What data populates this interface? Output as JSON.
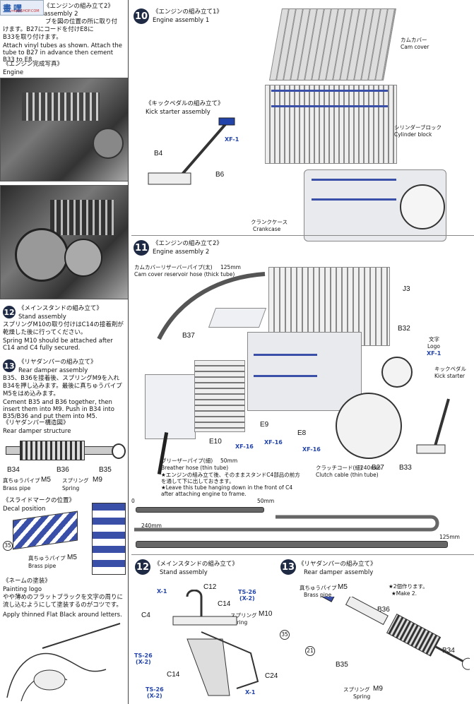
{
  "left_column": {
    "watermark": {
      "title": "畫",
      "subtitle": "modeSHOP.COM",
      "sub_mark": "嘿"
    },
    "top_step": {
      "title_jp": "《エンジンの組み立て2》",
      "title_en": "assembly 2",
      "body_jp_1": "ブを図の位置の所に取り付",
      "body_jp_2": "けます。B27にコードを付けE8に",
      "body_jp_3": "B33を取り付けます。",
      "body_en": "Attach vinyl tubes as shown. Attach the tube to B27 in advance then cement B33 to E8."
    },
    "engine_photo": {
      "title_jp": "《エンジン完成写真》",
      "title_en": "Engine"
    },
    "step12": {
      "num": "12",
      "title_jp": "《メインスタンドの組み立て》",
      "title_en": "Stand assembly",
      "body_jp": "スプリングM10の取り付けはC14の接着剤が乾燥した後に行ってください。",
      "body_en": "Spring M10 should be attached after C14 and C4 fully secured."
    },
    "step13": {
      "num": "13",
      "title_jp": "《リヤダンパーの組み立て》",
      "title_en": "Rear damper assembly",
      "body_jp": "B35、B36を接着後、スプリングM9を入れB34を押し込みます。最後に真ちゅうパイプM5をはめ込みます。",
      "body_en": "Cement B35 and B36 together, then insert them into M9. Push in B34 into B35/B36 and put them into M5."
    },
    "rear_damper": {
      "title_jp": "《リヤダンパー構造図》",
      "title_en": "Rear damper structure",
      "part_b34": "B34",
      "part_b36": "B36",
      "part_b35": "B35",
      "brass_jp": "真ちゅうパイプ",
      "brass_code": "M5",
      "brass_en": "Brass pipe",
      "spring_jp": "スプリング",
      "spring_code": "M9",
      "spring_en": "Spring"
    },
    "slide_mark": {
      "title_jp": "《スライドマークの位置》",
      "title_en": "Decal position",
      "decal_num": "35",
      "brass_jp": "真ちゅうパイプ",
      "brass_code": "M5",
      "brass_en": "Brass pipe"
    },
    "painting": {
      "title_jp": "《ネームの塗装》",
      "title_en": "Painting logo",
      "body_jp": "やや薄めのフラットブラックを文字の周りに流し込むようにして塗装するのがコツです。",
      "body_en": "Apply thinned Flat Black around letters."
    }
  },
  "step10": {
    "num": "10",
    "title_jp": "《エンジンの組み立て1》",
    "title_en": "Engine assembly 1",
    "cam_cover_jp": "カムカバー",
    "cam_cover_en": "Cam cover",
    "cylinder_jp": "シリンダーブロック",
    "cylinder_en": "Cylinder block",
    "crankcase_jp": "クランクケース",
    "crankcase_en": "Crankcase",
    "kick_title_jp": "《キックペダルの組み立て》",
    "kick_title_en": "Kick starter assembly",
    "xf1": "XF-1",
    "b4": "B4",
    "b6": "B6"
  },
  "step11": {
    "num": "11",
    "title_jp": "《エンジンの組み立て2》",
    "title_en": "Engine assembly 2",
    "hose_jp": "カムカバーリザーバーパイプ(太)",
    "hose_len": "125mm",
    "hose_en": "Cam cover reservoir hose (thick tube)",
    "j3": "J3",
    "b37": "B37",
    "b32": "B32",
    "logo_jp": "文字",
    "logo_en": "Logo",
    "logo_xf": "XF-1",
    "kick_jp": "キックペダル",
    "kick_en": "Kick starter",
    "e9": "E9",
    "e9_xf": "XF-16",
    "e10": "E10",
    "e10_xf": "XF-16",
    "e8": "E8",
    "e8_xf": "XF-16",
    "b27": "B27",
    "b33": "B33",
    "breather_jp": "ブリーザーパイプ(細)",
    "breather_len": "50mm",
    "breather_en": "Breather hose (thin tube)",
    "note_jp": "★エンジンの組み立て後、そのままスタンドC4部品の前方を通して下に出しておきます。",
    "note_en": "★Leave this tube hanging down in the front of C4 after attaching engine to frame.",
    "clutch_jp": "クラッチコード(細)",
    "clutch_len": "240mm",
    "clutch_en": "Clutch cable (thin tube)"
  },
  "ruler": {
    "zero": "0",
    "l50": "50mm",
    "l240": "240mm",
    "l125": "125mm"
  },
  "step12b": {
    "num": "12",
    "title_jp": "《メインスタンドの組み立て》",
    "title_en": "Stand assembly",
    "x1a": "X-1",
    "c12": "C12",
    "ts26a": "TS-26",
    "ts26a_sub": "(X-2)",
    "c14a": "C14",
    "c4": "C4",
    "spring_jp": "スプリング",
    "spring_code": "M10",
    "spring_en": "Spring",
    "ts26b": "TS-26",
    "ts26b_sub": "(X-2)",
    "c14b": "C14",
    "c24": "C24",
    "ts26c": "TS-26",
    "ts26c_sub": "(X-2)",
    "x1b": "X-1"
  },
  "step13b": {
    "num": "13",
    "title_jp": "《リヤダンパーの組み立て》",
    "title_en": "Rear damper assembly",
    "brass_jp": "真ちゅうパイプ",
    "brass_code": "M5",
    "brass_en": "Brass pipe",
    "make2_jp": "★2個作ります。",
    "make2_en": "★Make 2.",
    "b36": "B36",
    "decal35": "35",
    "decal21": "21",
    "b35": "B35",
    "b34": "B34",
    "spring_jp": "スプリング",
    "spring_code": "M9",
    "spring_en": "Spring"
  }
}
